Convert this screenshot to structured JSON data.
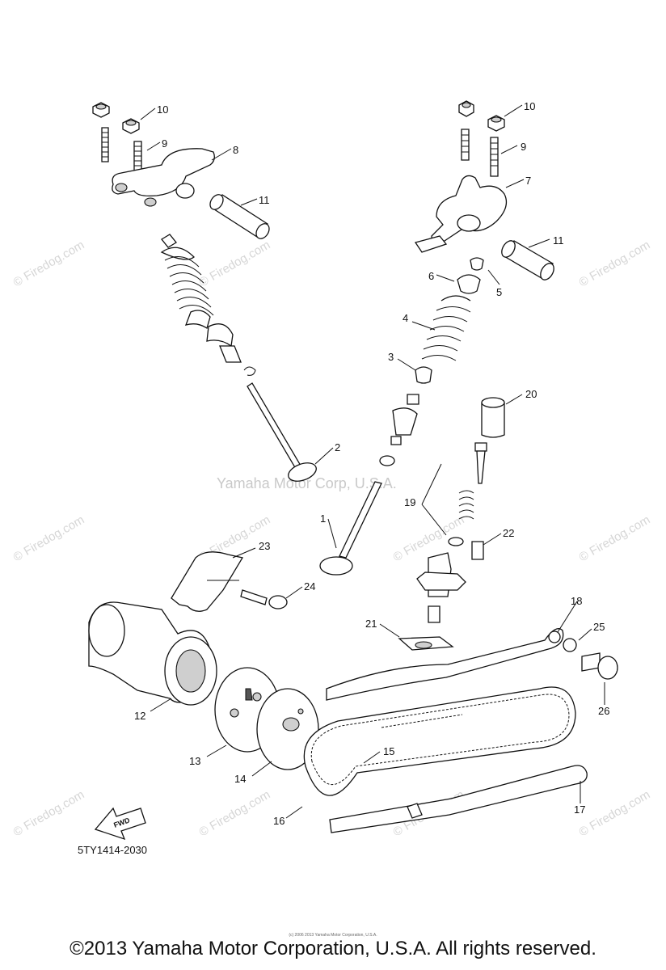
{
  "diagram": {
    "part_code": "5TY1414-2030",
    "fwd_label": "FWD",
    "center_watermark": "Yamaha Motor Corp, U.S.A.",
    "watermark": "© Firedog.com",
    "tiny_credit": "(c) 2006 2013 Yamaha Motor Corporation, U.S.A."
  },
  "callouts": {
    "n1": "1",
    "n2": "2",
    "n3": "3",
    "n4": "4",
    "n5": "5",
    "n6": "6",
    "n7": "7",
    "n8": "8",
    "n9a": "9",
    "n9b": "9",
    "n10a": "10",
    "n10b": "10",
    "n11a": "11",
    "n11b": "11",
    "n12": "12",
    "n13": "13",
    "n14": "14",
    "n15": "15",
    "n16": "16",
    "n17": "17",
    "n18": "18",
    "n19": "19",
    "n20": "20",
    "n21": "21",
    "n22": "22",
    "n23": "23",
    "n24": "24",
    "n25": "25",
    "n26": "26"
  },
  "footer": {
    "copyright": "©2013 Yamaha Motor Corporation, U.S.A. All rights reserved."
  }
}
